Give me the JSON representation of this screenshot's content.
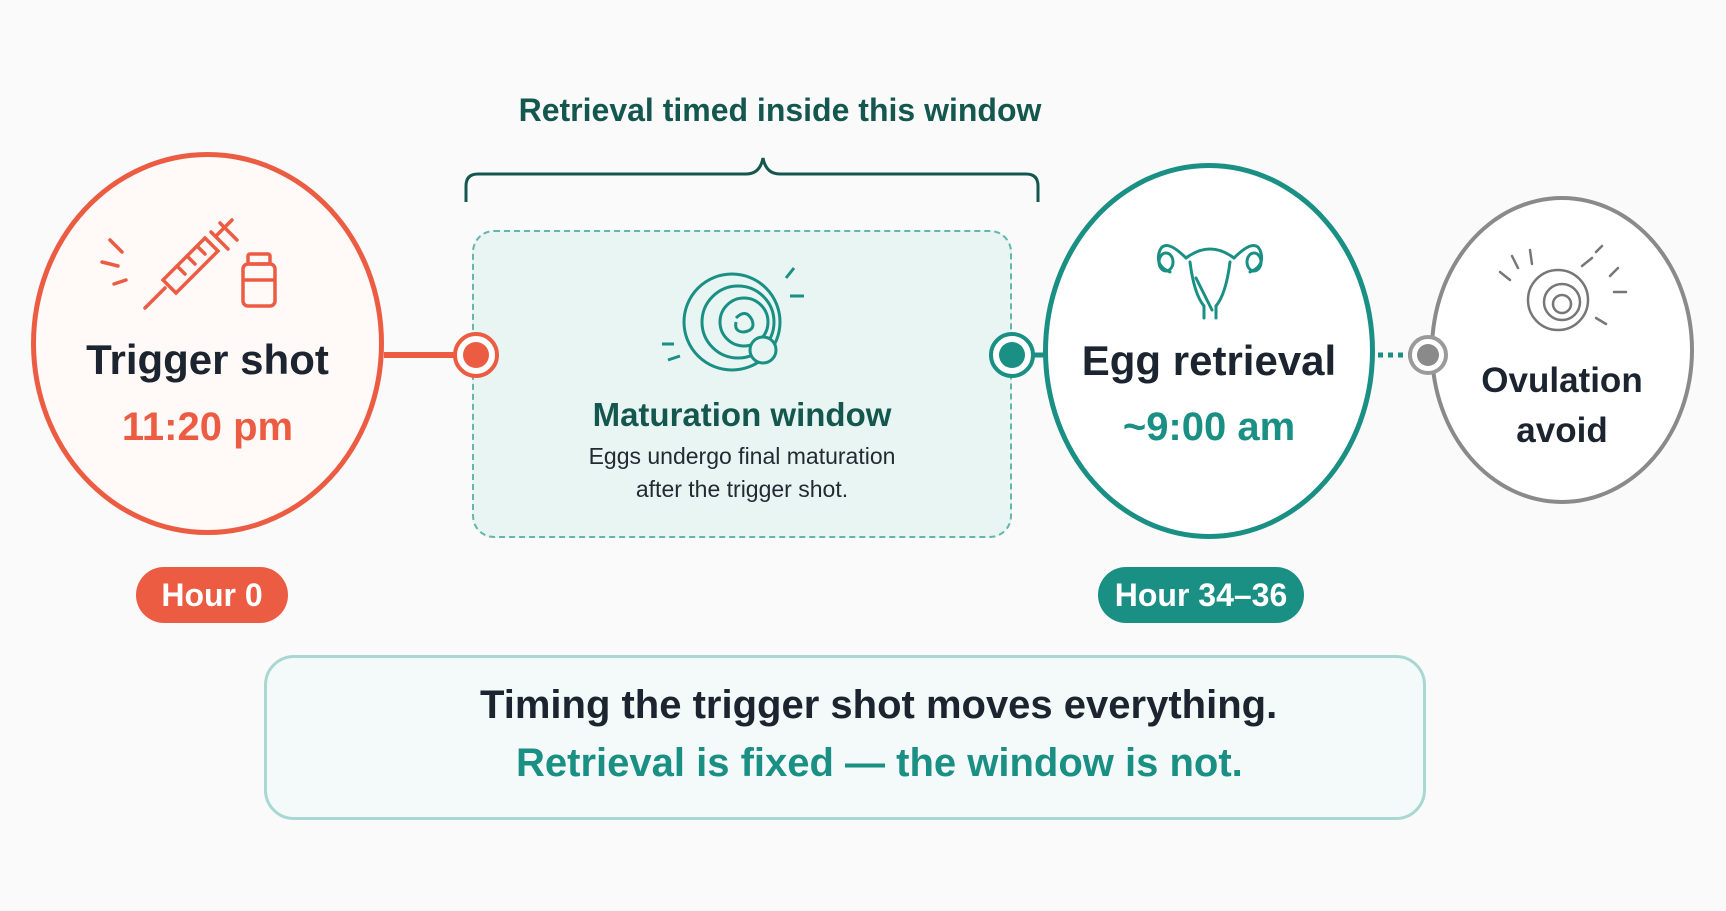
{
  "bracket": {
    "label": "Retrieval timed inside this window"
  },
  "trigger": {
    "title": "Trigger shot",
    "time": "11:20 pm",
    "hour": "Hour 0",
    "icons": [
      "syringe-icon",
      "vial-icon"
    ]
  },
  "maturation": {
    "title": "Maturation window",
    "description_lines": [
      "Eggs undergo final maturation",
      "after the trigger shot."
    ],
    "icon": "egg-follicle-icon"
  },
  "retrieval": {
    "title": "Egg retrieval",
    "time": "~9:00 am",
    "hour": "Hour 34–36",
    "icon": "uterus-icon"
  },
  "ovulation": {
    "title_lines": [
      "Ovulation",
      "avoid"
    ],
    "icon": "ovulation-egg-icon"
  },
  "note": {
    "line1": "Timing the trigger shot moves everything.",
    "line2": "Retrieval is fixed — the window is not.",
    "icon": "calendar-clock-icon"
  },
  "colors": {
    "trigger": "#ec5c43",
    "teal": "#1a8f83",
    "dark_teal": "#14574f",
    "grey": "#8a8a8a",
    "text": "#1c2430"
  }
}
